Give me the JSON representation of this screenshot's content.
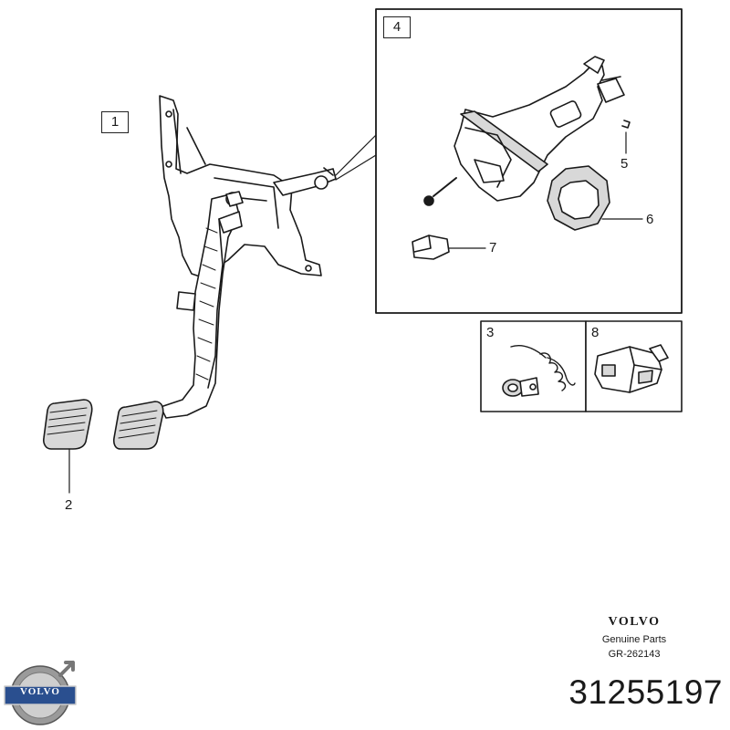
{
  "callouts": {
    "c1": "1",
    "c2": "2",
    "c3": "3",
    "c4": "4",
    "c5": "5",
    "c6": "6",
    "c7": "7",
    "c8": "8"
  },
  "brand": {
    "wordmark": "VOLVO",
    "subtitle": "Genuine Parts",
    "diagram_code": "GR-262143",
    "logo_text": "VOLVO"
  },
  "part_number": "31255197",
  "colors": {
    "line": "#1a1a1a",
    "fill": "#ffffff",
    "shade": "#d8d8d8",
    "logo_silver": "#9a9a9a",
    "logo_blue": "#2a4f8f"
  },
  "icons": {
    "logo": "volvo-iron-mark-icon"
  }
}
